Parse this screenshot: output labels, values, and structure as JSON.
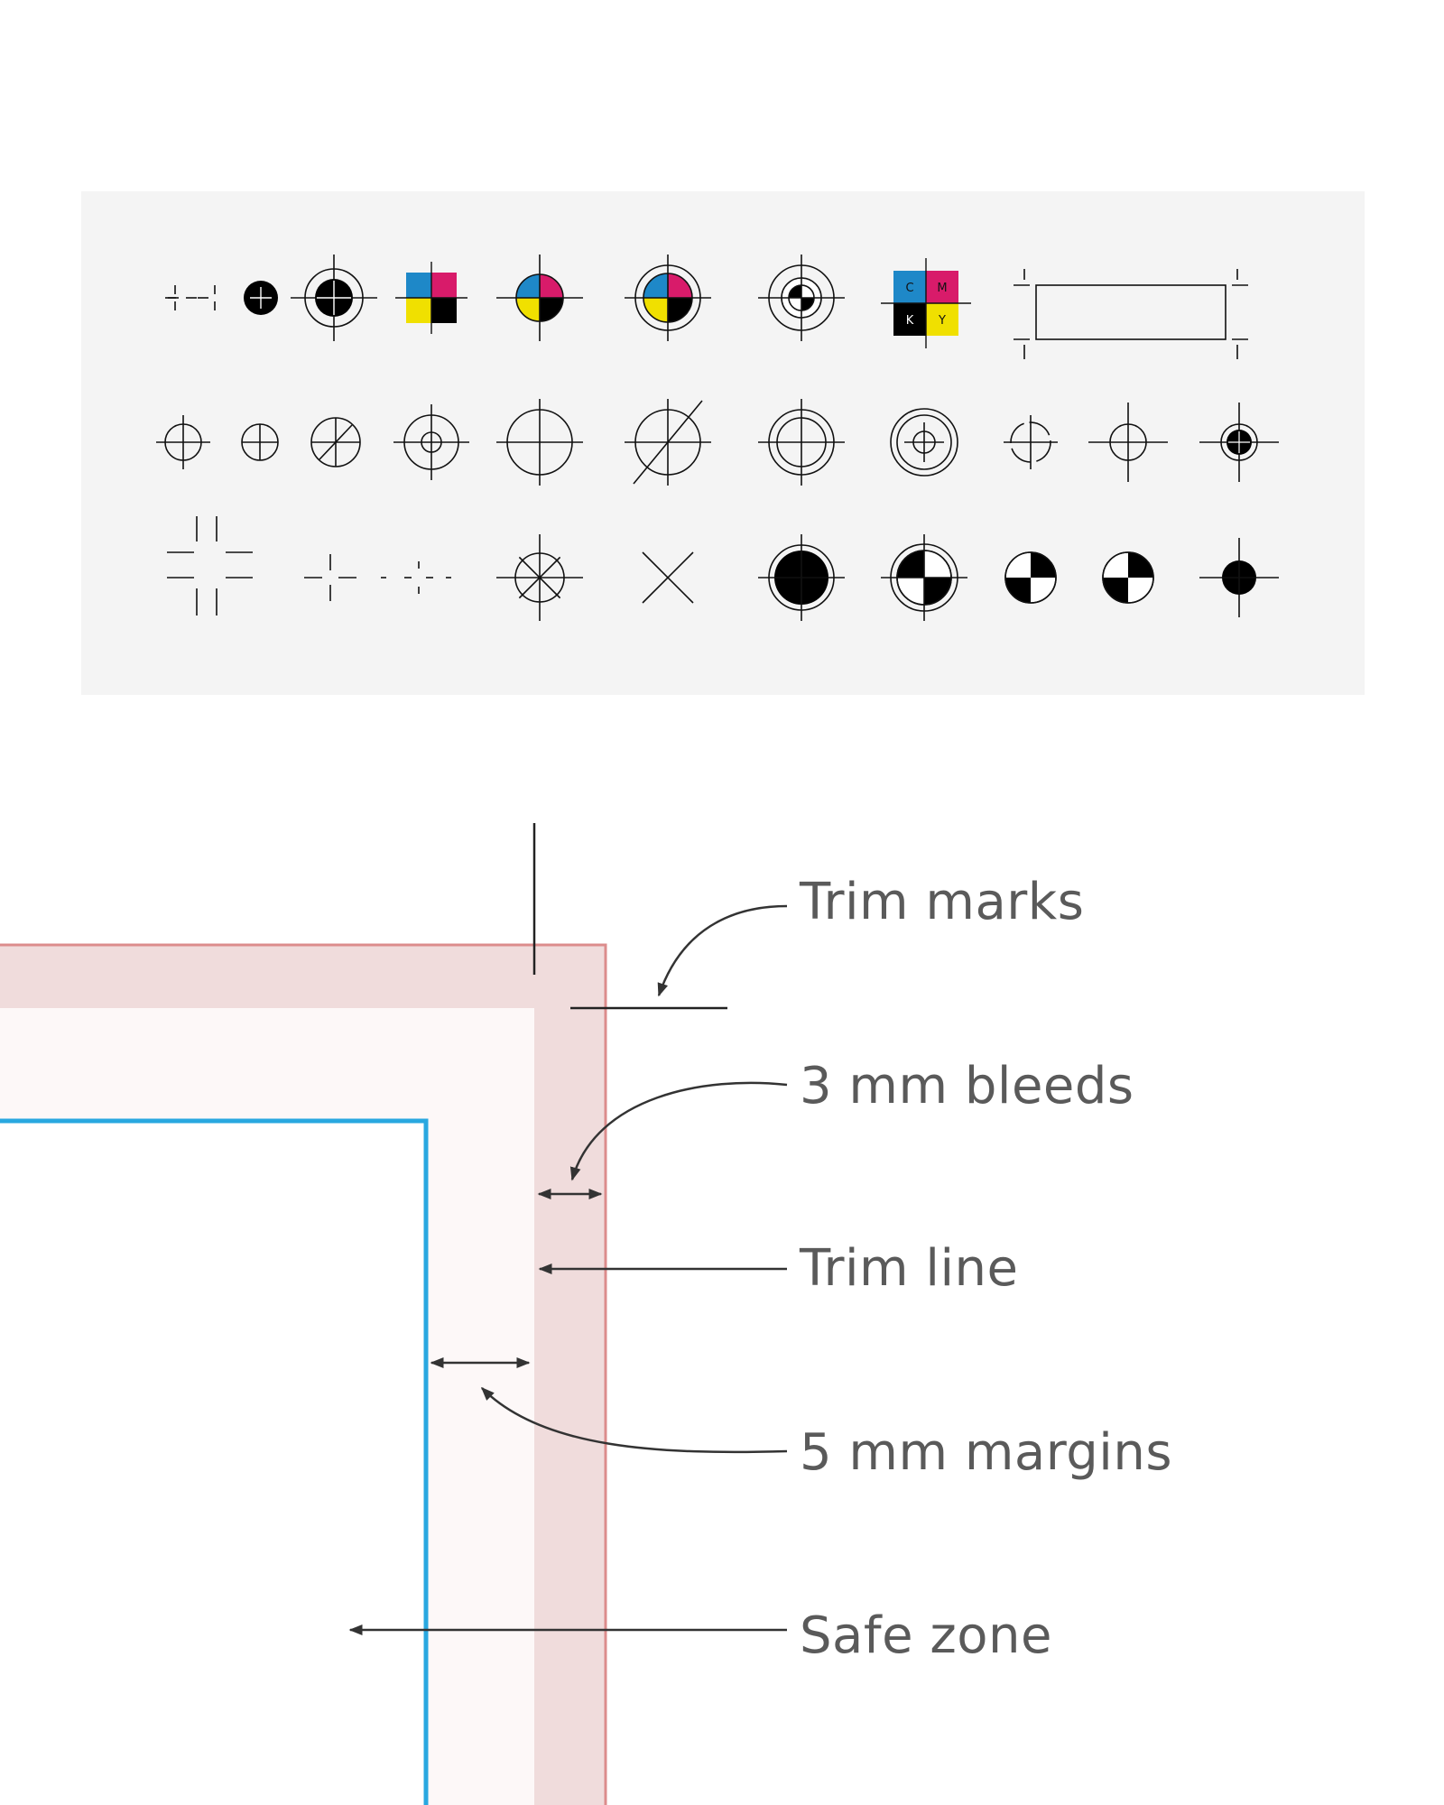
{
  "colors": {
    "cyan": "#1e88c8",
    "magenta": "#d81b6a",
    "yellow": "#f0e000",
    "black": "#000000",
    "bleed_fill": "#f0dcdc",
    "trim_line": "#dc8c8c",
    "safe_zone_line": "#29a8e0",
    "label_text": "#5a5a5a"
  },
  "marks_panel": {
    "cmyk_letters": {
      "c": "C",
      "m": "M",
      "k": "K",
      "y": "Y"
    },
    "rows": [
      [
        "split-crop-small",
        "solid-dot",
        "target-filled-dot",
        "cmyk-squares",
        "cmyk-quadrant-circle",
        "cmyk-quadrant-ring",
        "checker-ring",
        "cmyk-squares-labeled",
        "crop-box"
      ],
      [
        "crosshair-circle",
        "crosshair-circle-small",
        "circle-slash",
        "crosshair-small-ring",
        "crosshair-circle-large",
        "circle-slash-large",
        "double-ring-crosshair",
        "triple-ring-crosshair",
        "split-crosshair-circle",
        "crosshair-long",
        "crosshair-filled-dot"
      ],
      [
        "split-crop-large",
        "split-crop-medium",
        "split-crop-dotted",
        "star-circle",
        "x-mark",
        "target-filled-large",
        "target-checker",
        "checker-circle",
        "checker-circle-alt",
        "target-filled-small"
      ]
    ]
  },
  "diagram": {
    "labels": {
      "trim_marks": "Trim marks",
      "bleeds": "3 mm bleeds",
      "trim_line": "Trim line",
      "margins": "5 mm margins",
      "safe_zone": "Safe zone"
    }
  }
}
